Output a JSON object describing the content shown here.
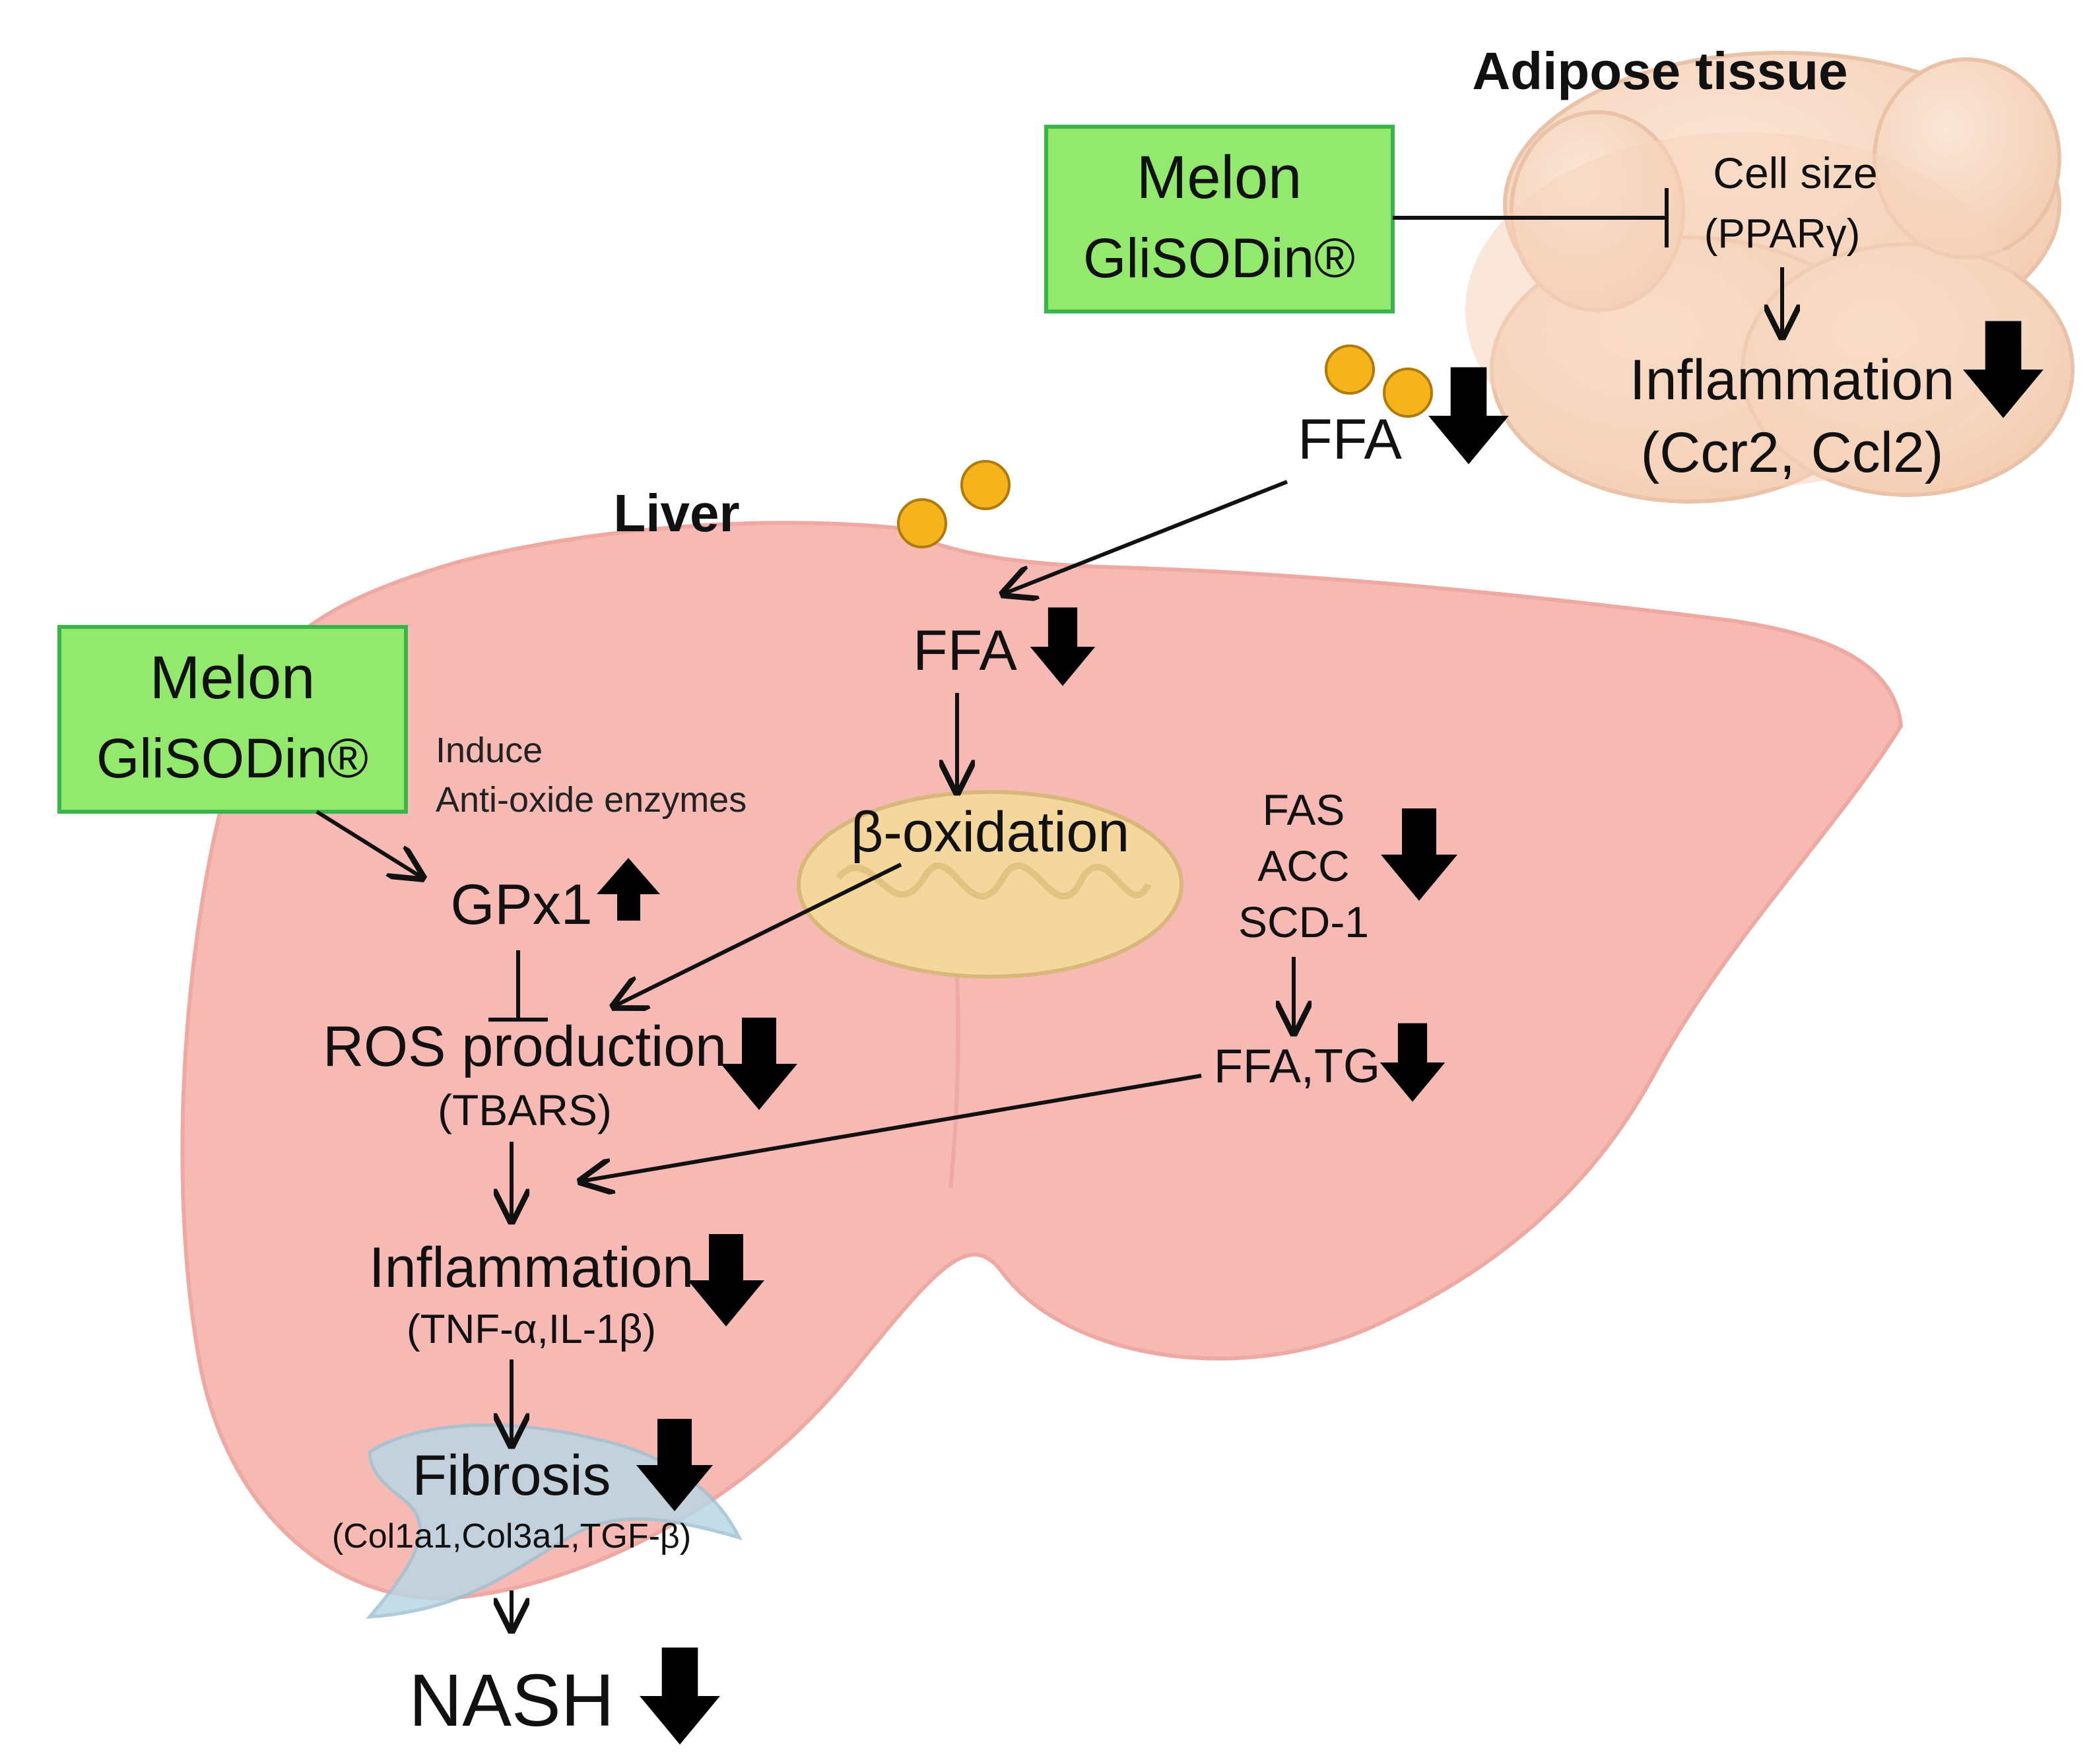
{
  "adipose": {
    "title": "Adipose tissue",
    "cell_size": "Cell size",
    "ppar": "(PPARγ)",
    "inflammation": "Inflammation",
    "markers": "(Ccr2, Ccl2)"
  },
  "melon_top": {
    "line1": "Melon",
    "line2": "GliSODin®"
  },
  "melon_left": {
    "line1": "Melon",
    "line2": "GliSODin®"
  },
  "ffa_top": "FFA",
  "liver": {
    "title": "Liver",
    "ffa": "FFA",
    "beta_oxidation": "β-oxidation",
    "induce_line1": "Induce",
    "induce_line2": "Anti-oxide enzymes",
    "gpx1": "GPx1",
    "ros": "ROS production",
    "tbars": "(TBARS)",
    "lipogenesis": [
      "FAS",
      "ACC",
      "SCD-1"
    ],
    "ffa_tg": "FFA,TG",
    "inflammation": "Inflammation",
    "inflammation_markers": "(TNF-α,IL-1β)",
    "fibrosis": "Fibrosis",
    "fibrosis_markers": "(Col1a1,Col3a1,TGF-β)"
  },
  "nash": "NASH",
  "colors": {
    "liver": "#f7b9b3",
    "adipose": "#f6d6c0",
    "melon_box_fill": "#93e86e",
    "melon_box_border": "#39b54a",
    "mito": "#f3d79c",
    "ffa_dot": "#f5b41c",
    "fibroblast": "#b9d6e3"
  }
}
